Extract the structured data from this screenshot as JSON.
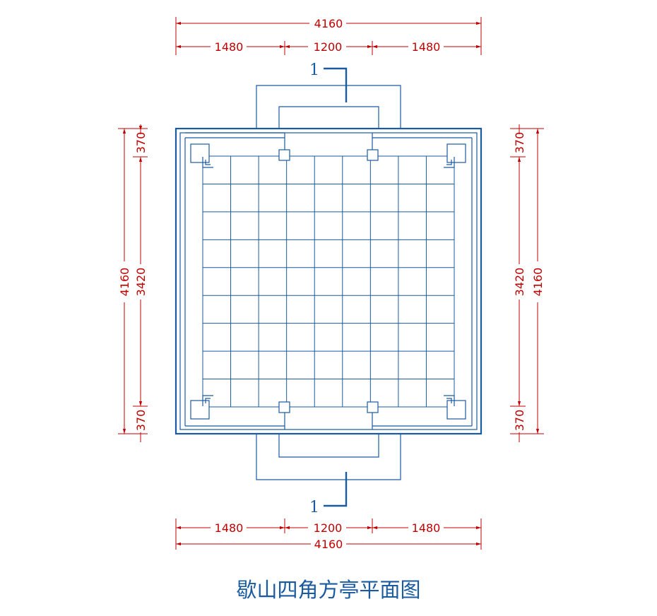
{
  "colors": {
    "plan": "#1a5aa0",
    "dimension": "#c00000",
    "background": "#ffffff"
  },
  "dimensions": {
    "top_total": "4160",
    "top_left": "1480",
    "top_middle": "1200",
    "top_right": "1480",
    "bottom_total": "4160",
    "bottom_left": "1480",
    "bottom_middle": "1200",
    "bottom_right": "1480",
    "left_total": "4160",
    "left_top": "370",
    "left_middle": "3420",
    "left_bottom": "370",
    "right_total": "4160",
    "right_top": "370",
    "right_middle": "3420",
    "right_bottom": "370"
  },
  "section_marks": {
    "top": "1",
    "bottom": "1"
  },
  "grid": {
    "columns": 9,
    "rows": 9
  },
  "caption": "歇山四角方亭平面图"
}
